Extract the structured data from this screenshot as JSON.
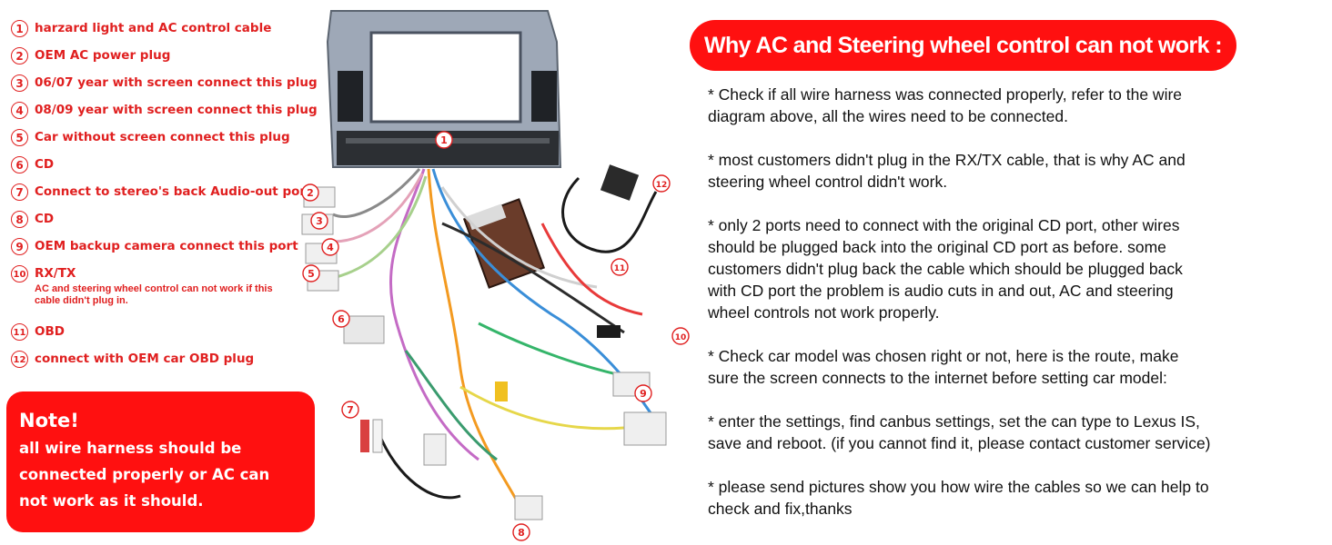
{
  "legend": [
    {
      "num": "1",
      "text": "harzard light and AC control cable"
    },
    {
      "num": "2",
      "text": "OEM AC power plug"
    },
    {
      "num": "3",
      "text": "06/07 year with screen connect this plug"
    },
    {
      "num": "4",
      "text": "08/09 year with screen connect this plug"
    },
    {
      "num": "5",
      "text": "Car without screen connect this plug"
    },
    {
      "num": "6",
      "text": "CD"
    },
    {
      "num": "7",
      "text": "Connect to stereo's back Audio-out port"
    },
    {
      "num": "8",
      "text": "CD"
    },
    {
      "num": "9",
      "text": "OEM backup camera connect this port"
    },
    {
      "num": "10",
      "text": "RX/TX",
      "sub": "AC and steering wheel control can not work if this cable didn't plug in."
    },
    {
      "num": "11",
      "text": "OBD"
    },
    {
      "num": "12",
      "text": "connect with OEM car OBD plug"
    }
  ],
  "note": {
    "title": "Note!",
    "body": "all wire harness should be connected properly or AC can not work as it should."
  },
  "diagram_labels": {
    "n1": "1",
    "n2": "2",
    "n3": "3",
    "n4": "4",
    "n5": "5",
    "n6": "6",
    "n7": "7",
    "n8": "8",
    "n9": "9",
    "n10": "10",
    "n11": "11",
    "n12": "12"
  },
  "banner": "Why AC and Steering wheel control can not work :",
  "tips": [
    "* Check if all wire harness was connected properly, refer to the wire\n  diagram above, all the wires need to be connected.",
    "* most customers didn't plug in the RX/TX cable, that is why AC and\n  steering wheel control didn't work.",
    "* only 2 ports need to connect with the original CD port, other wires\n  should be plugged back into the original CD port as before. some\n  customers didn't plug back the cable which should be plugged back\n  with CD port the problem is audio cuts in and out, AC and steering\n  wheel controls not work properly.",
    "* Check car model was chosen right or not, here is the route, make\n  sure the screen connects to the internet before setting car model:",
    "* enter the settings, find canbus settings, set the can type to Lexus IS,\n  save and reboot. (if you cannot find it, please contact customer service)",
    "* please send pictures show you how wire the cables so we can help to\n  check and fix,thanks"
  ],
  "colors": {
    "accent": "#ff1010",
    "legend_text": "#e02020"
  }
}
